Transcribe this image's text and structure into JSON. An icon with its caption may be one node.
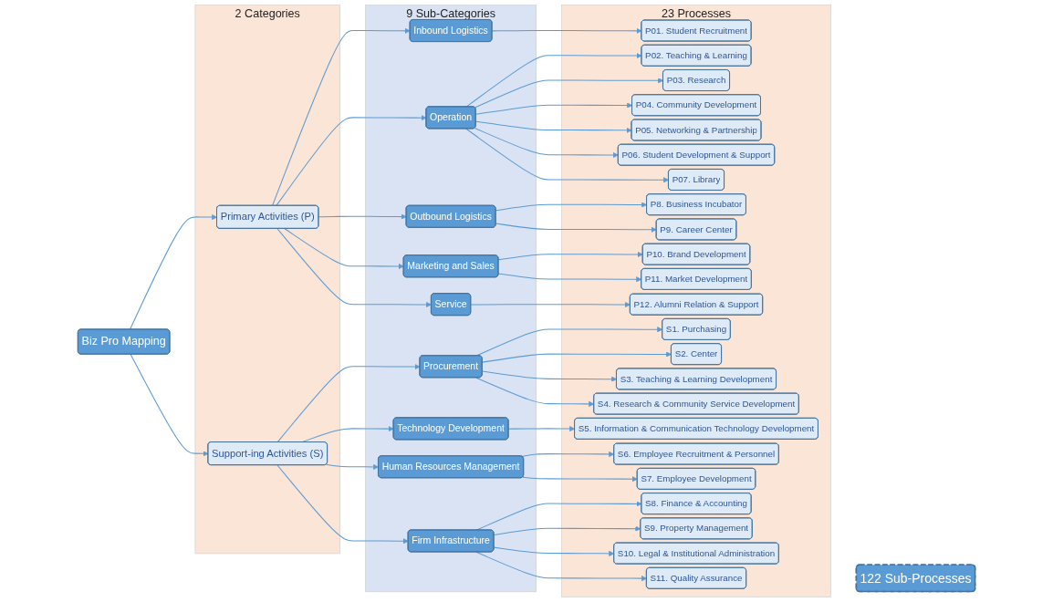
{
  "diagram": {
    "nodes": [
      {
        "text": [
          "Biz Pro Mapping"
        ]
      },
      {
        "text": [
          "2 Categories"
        ]
      },
      {
        "text": [
          "Primary Activities (P)"
        ],
        "in": 1
      },
      {
        "text": [
          "Support-ing Activities (S)"
        ],
        "in": 1
      },
      {
        "text": [
          "9 Sub-Categories"
        ]
      },
      {
        "text": [
          "Inbound Logistics"
        ],
        "in": 4
      },
      {
        "text": [
          "Operation"
        ],
        "in": 4
      },
      {
        "text": [
          "Outbound Logistics"
        ],
        "in": 4
      },
      {
        "text": [
          "Marketing and Sales"
        ],
        "in": 4
      },
      {
        "text": [
          "Service"
        ],
        "in": 4
      },
      {
        "text": [
          "Procurement"
        ],
        "in": 4
      },
      {
        "text": [
          "Technology Development"
        ],
        "in": 4
      },
      {
        "text": [
          "Human Resources Management"
        ],
        "in": 4
      },
      {
        "text": [
          "Firm Infrastructure"
        ],
        "in": 4
      },
      {
        "text": [
          "23 Processes"
        ]
      },
      {
        "text": [
          "P01. Student Recruitment"
        ],
        "in": 14
      },
      {
        "text": [
          "P02. Teaching & Learning"
        ],
        "in": 14
      },
      {
        "text": [
          "P03. Research"
        ],
        "in": 14
      },
      {
        "text": [
          "P04. Community Development"
        ],
        "in": 14
      },
      {
        "text": [
          "P05. Networking & Partnership"
        ],
        "in": 14
      },
      {
        "text": [
          "P06. Student Development & Support"
        ],
        "in": 14
      },
      {
        "text": [
          "P07. Library"
        ],
        "in": 14
      },
      {
        "text": [
          "P8. Business Incubator"
        ],
        "in": 14
      },
      {
        "text": [
          "P9. Career Center"
        ],
        "in": 14
      },
      {
        "text": [
          "P10. Brand Development"
        ],
        "in": 14
      },
      {
        "text": [
          "P11. Market Development"
        ],
        "in": 14
      },
      {
        "text": [
          "P12. Alumni Relation & Support"
        ],
        "in": 14
      },
      {
        "text": [
          "S1. Purchasing"
        ],
        "in": 14
      },
      {
        "text": [
          "S2. Center"
        ],
        "in": 14
      },
      {
        "text": [
          "S3. Teaching & Learning Development"
        ],
        "in": 14
      },
      {
        "text": [
          "S4. Research & Community Service Development"
        ],
        "in": 14
      },
      {
        "text": [
          "S5. Information & Communication Technology Development"
        ],
        "in": 14
      },
      {
        "text": [
          "S6. Employee Recruitment & Personnel"
        ],
        "in": 14
      },
      {
        "text": [
          "S7. Employee Development"
        ],
        "in": 14
      },
      {
        "text": [
          "S8. Finance & Accounting"
        ],
        "in": 14
      },
      {
        "text": [
          "S9. Property Management"
        ],
        "in": 14
      },
      {
        "text": [
          "S10.  Legal & Institutional Administration"
        ],
        "in": 14
      },
      {
        "text": [
          "S11. Quality Assurance"
        ],
        "in": 14
      },
      {
        "text": [
          "122 Sub-Processes"
        ]
      }
    ],
    "edges": [
      {
        "from": 0,
        "to": 2,
        "arrow": "to"
      },
      {
        "from": 0,
        "to": 3,
        "arrow": "to"
      },
      {
        "from": 2,
        "to": 5,
        "arrow": "to"
      },
      {
        "from": 2,
        "to": 6,
        "arrow": "to"
      },
      {
        "from": 2,
        "to": 7,
        "arrow": "to"
      },
      {
        "from": 2,
        "to": 8,
        "arrow": "to"
      },
      {
        "from": 2,
        "to": 9,
        "arrow": "to"
      },
      {
        "from": 3,
        "to": 10,
        "arrow": "to"
      },
      {
        "from": 3,
        "to": 11,
        "arrow": "to"
      },
      {
        "from": 3,
        "to": 12,
        "arrow": "to"
      },
      {
        "from": 3,
        "to": 13,
        "arrow": "to"
      },
      {
        "from": 5,
        "to": 15,
        "arrow": "to"
      },
      {
        "from": 6,
        "to": 16,
        "arrow": "to"
      },
      {
        "from": 6,
        "to": 17,
        "arrow": "to"
      },
      {
        "from": 6,
        "to": 18,
        "arrow": "to"
      },
      {
        "from": 6,
        "to": 19,
        "arrow": "to"
      },
      {
        "from": 6,
        "to": 20,
        "arrow": "to"
      },
      {
        "from": 6,
        "to": 21,
        "arrow": "to"
      },
      {
        "from": 7,
        "to": 22,
        "arrow": "to"
      },
      {
        "from": 7,
        "to": 23,
        "arrow": "to"
      },
      {
        "from": 8,
        "to": 24,
        "arrow": "to"
      },
      {
        "from": 8,
        "to": 25,
        "arrow": "to"
      },
      {
        "from": 9,
        "to": 26,
        "arrow": "to"
      },
      {
        "from": 10,
        "to": 27,
        "arrow": "to"
      },
      {
        "from": 10,
        "to": 28,
        "arrow": "to"
      },
      {
        "from": 10,
        "to": 29,
        "arrow": "to"
      },
      {
        "from": 10,
        "to": 30,
        "arrow": "to"
      },
      {
        "from": 11,
        "to": 31,
        "arrow": "to"
      },
      {
        "from": 12,
        "to": 32,
        "arrow": "to"
      },
      {
        "from": 12,
        "to": 33,
        "arrow": "to"
      },
      {
        "from": 13,
        "to": 34,
        "arrow": "to"
      },
      {
        "from": 13,
        "to": 35,
        "arrow": "to"
      },
      {
        "from": 13,
        "to": 36,
        "arrow": "to"
      },
      {
        "from": 13,
        "to": 37,
        "arrow": "to"
      }
    ]
  }
}
